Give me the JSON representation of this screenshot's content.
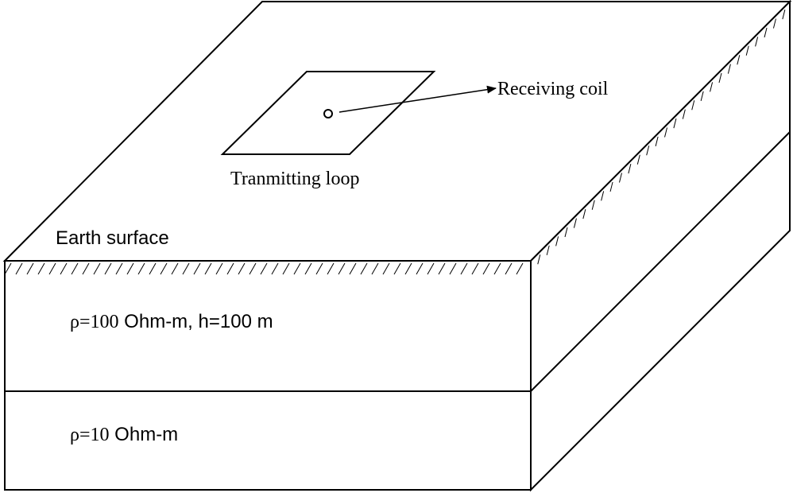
{
  "diagram": {
    "labels": {
      "receiving_coil": "Receiving coil",
      "transmitting_loop": "Tranmitting loop",
      "earth_surface": "Earth surface"
    },
    "layers": [
      {
        "rho_symbol": "ρ=",
        "rho_value": "100",
        "rest": " Ohm-m, h=100 m"
      },
      {
        "rho_symbol": "ρ=",
        "rho_value": "10",
        "rest": " Ohm-m"
      }
    ],
    "colors": {
      "line": "#000000",
      "background": "#ffffff"
    }
  }
}
